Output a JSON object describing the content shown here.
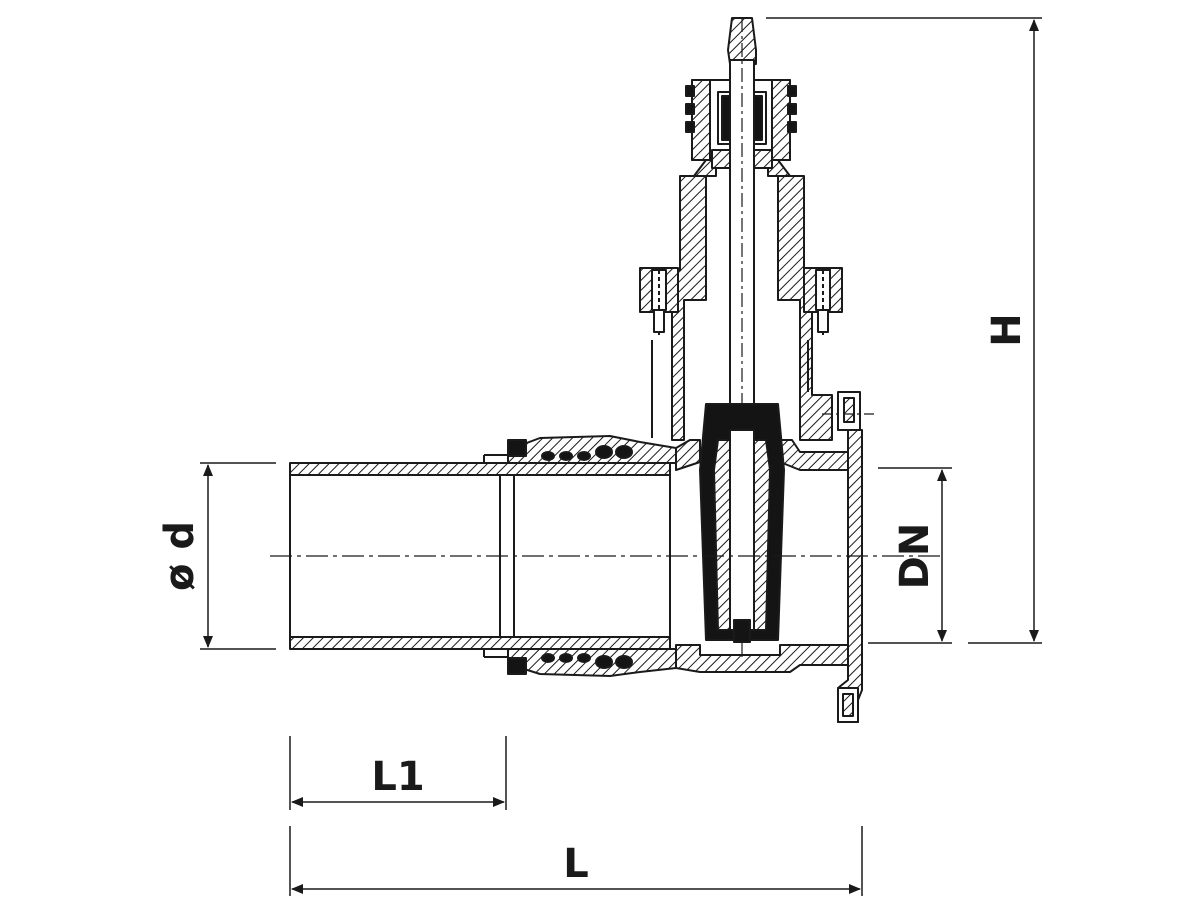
{
  "dimensions": {
    "d_label": "ø d",
    "dn_label": "DN",
    "h_label": "H",
    "l1_label": "L1",
    "l_label": "L"
  },
  "colors": {
    "line": "#1a1a1a",
    "dark_fill": "#141414",
    "hatch": "#1a1a1a",
    "background": "#ffffff"
  }
}
